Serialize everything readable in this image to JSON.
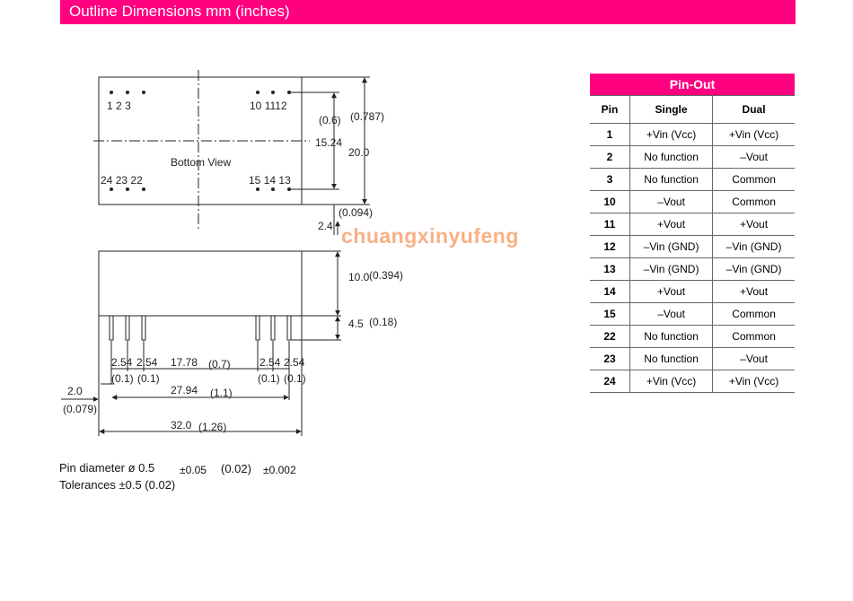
{
  "header": {
    "title": "Outline Dimensions mm (inches)"
  },
  "drawing": {
    "bottom_view_label": "Bottom View",
    "pin_labels_top_left": [
      "1",
      "2",
      "3"
    ],
    "pin_labels_top_right": [
      "10",
      "11",
      "12"
    ],
    "pin_labels_bottom_left": [
      "24",
      "23",
      "22"
    ],
    "pin_labels_bottom_right": [
      "15",
      "14",
      "13"
    ],
    "dim_row_spacing_in": "(0.6)",
    "dim_row_spacing_mm": "15.24",
    "dim_width_in": "(0.787)",
    "dim_width_mm": "20.0",
    "dim_standoff_mm": "2.4",
    "dim_standoff_in": "(0.094)",
    "dim_height_mm": "10.0",
    "dim_height_in": "(0.394)",
    "dim_pin_length_mm": "4.5",
    "dim_pin_length_in": "(0.18)",
    "dim_pitch_mm": "2.54",
    "dim_pitch_in": "(0.1)",
    "dim_gap_mm": "17.78",
    "dim_gap_in": "(0.7)",
    "dim_span_mm": "27.94",
    "dim_span_in": "(1.1)",
    "dim_edge_mm": "2.0",
    "dim_edge_in": "(0.079)",
    "dim_length_mm": "32.0",
    "dim_length_in": "(1.26)"
  },
  "notes": {
    "pin_diameter": "Pin diameter ø 0.5",
    "pin_tol_mm": "±0.05",
    "pin_diameter_in": "(0.02)",
    "pin_tol_in": "±0.002",
    "tolerances": "Tolerances ±0.5 (0.02)"
  },
  "watermark": "chuangxinyufeng",
  "pinout": {
    "title": "Pin-Out",
    "headers": [
      "Pin",
      "Single",
      "Dual"
    ],
    "rows": [
      [
        "1",
        "+Vin (Vcc)",
        "+Vin (Vcc)"
      ],
      [
        "2",
        "No function",
        "–Vout"
      ],
      [
        "3",
        "No function",
        "Common"
      ],
      [
        "10",
        "–Vout",
        "Common"
      ],
      [
        "11",
        "+Vout",
        "+Vout"
      ],
      [
        "12",
        "–Vin (GND)",
        "–Vin (GND)"
      ],
      [
        "13",
        "–Vin (GND)",
        "–Vin (GND)"
      ],
      [
        "14",
        "+Vout",
        "+Vout"
      ],
      [
        "15",
        "–Vout",
        "Common"
      ],
      [
        "22",
        "No function",
        "Common"
      ],
      [
        "23",
        "No function",
        "–Vout"
      ],
      [
        "24",
        "+Vin (Vcc)",
        "+Vin (Vcc)"
      ]
    ]
  },
  "colors": {
    "accent": "#ff0080",
    "watermark": "#f7b085"
  }
}
